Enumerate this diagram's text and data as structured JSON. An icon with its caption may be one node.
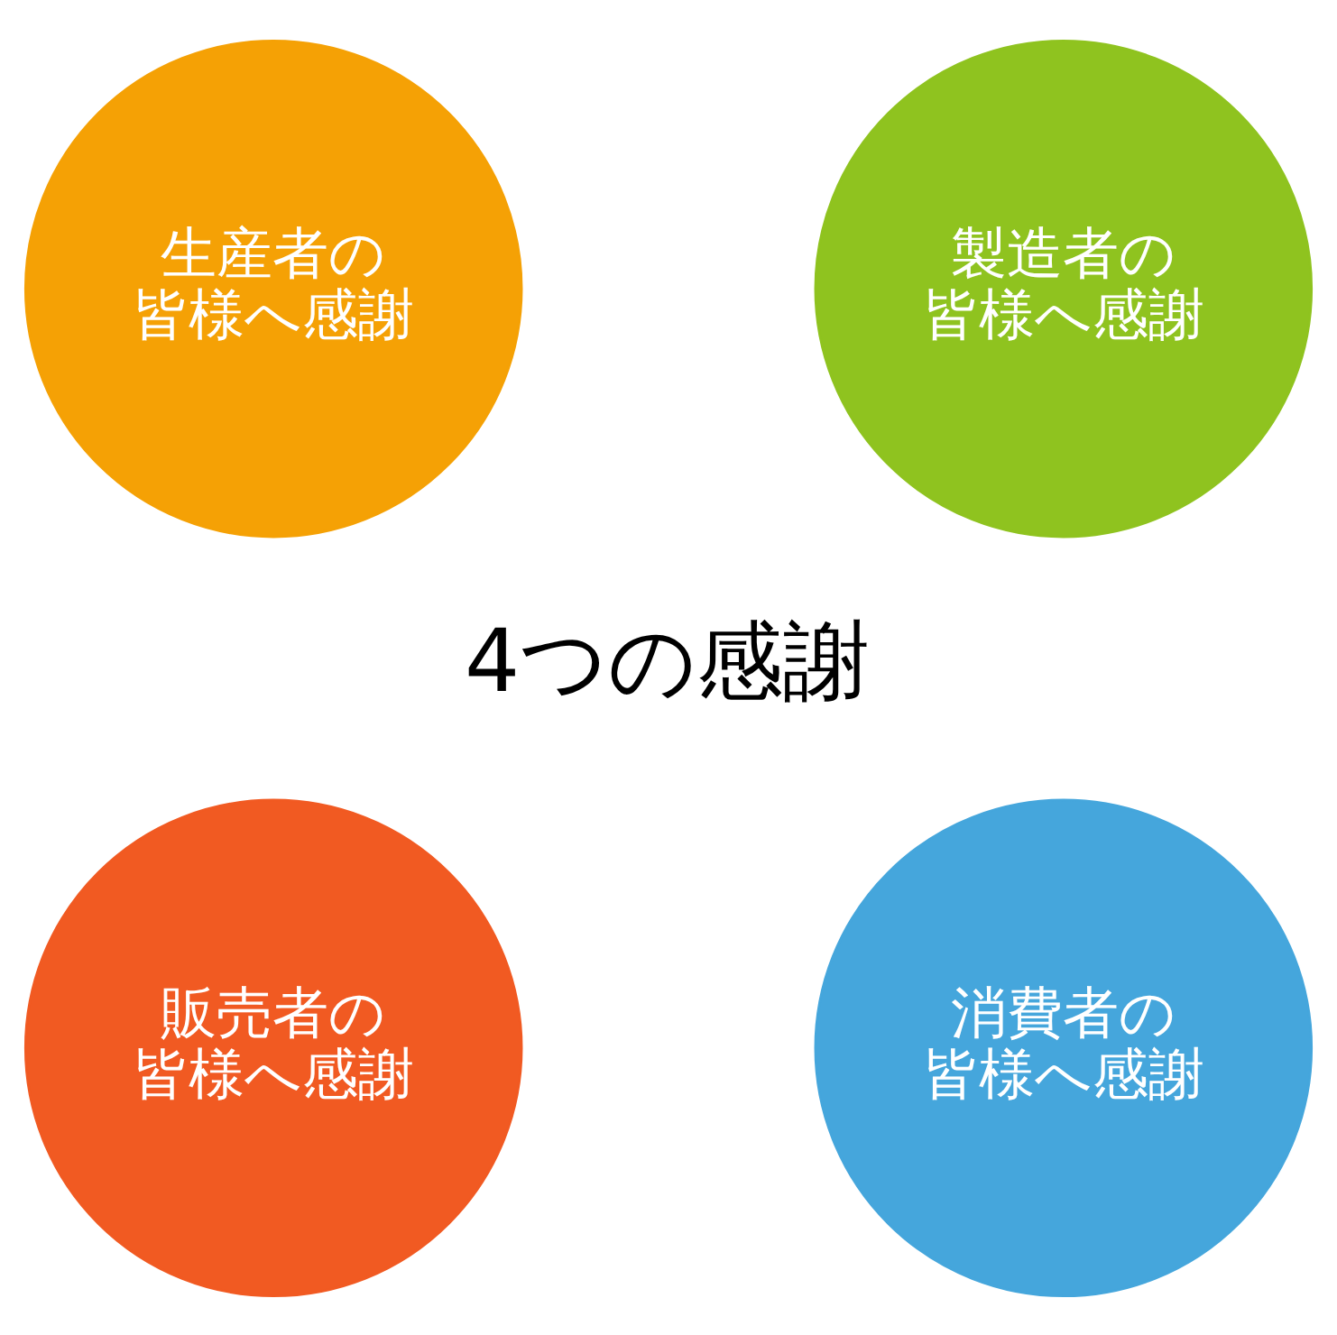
{
  "diagram": {
    "nodes": [
      {
        "text": [
          "生産者の皆様へ感謝"
        ]
      },
      {
        "text": [
          "製造者の皆様へ感謝"
        ]
      },
      {
        "text": [
          "販売者の皆様へ感謝"
        ]
      },
      {
        "text": [
          "消費者の皆様へ感謝"
        ]
      }
    ],
    "edges": [],
    "labels": [
      "4つの感謝"
    ]
  }
}
